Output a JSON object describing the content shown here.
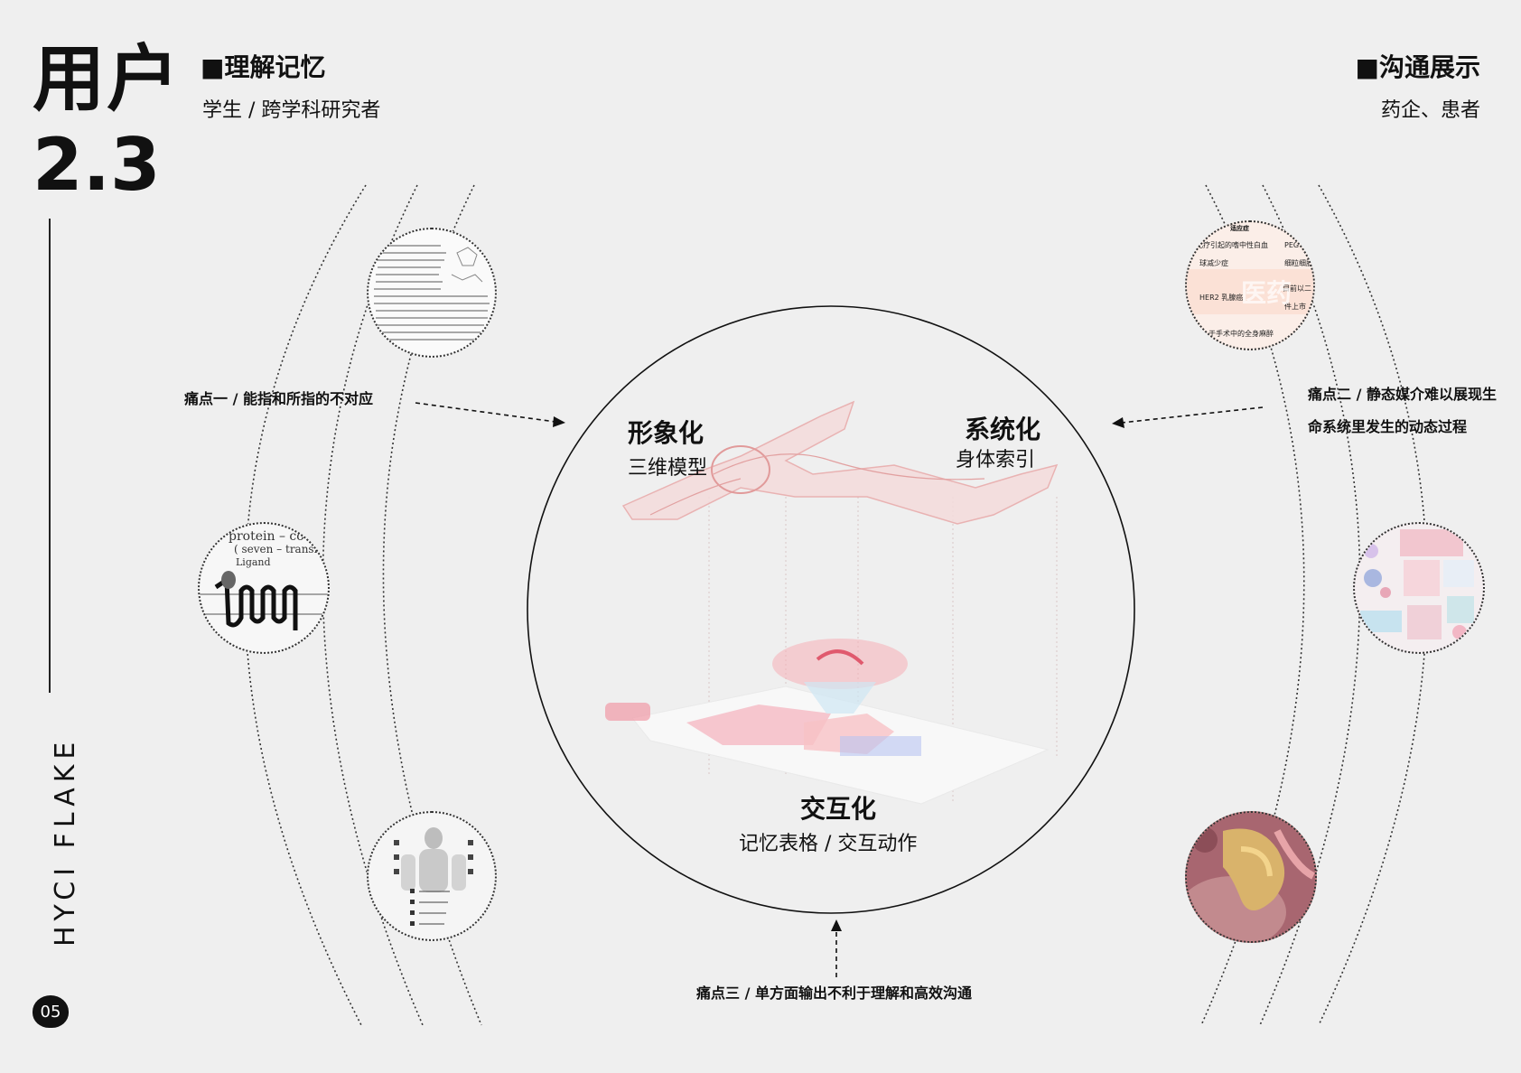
{
  "header": {
    "title": "用户",
    "number": "2.3"
  },
  "brand": {
    "name": "HYCI FLAKE",
    "page": "05"
  },
  "left_section": {
    "title": "■理解记忆",
    "subtitle": "学生 / 跨学科研究者"
  },
  "right_section": {
    "title": "■沟通展示",
    "subtitle": "药企、患者"
  },
  "pain_points": {
    "one": "痛点一 / 能指和所指的不对应",
    "two_line1": "痛点二 / 静态媒介难以展现生",
    "two_line2": "命系统里发生的动态过程",
    "three": "痛点三 / 单方面输出不利于理解和高效沟通"
  },
  "center": {
    "visual": {
      "title": "形象化",
      "subtitle": "三维模型"
    },
    "systematic": {
      "title": "系统化",
      "subtitle": "身体索引"
    },
    "interactive": {
      "title": "交互化",
      "subtitle": "记忆表格 / 交互动作"
    }
  },
  "thumbnails": {
    "protein_text_1": "protein – co",
    "protein_text_2": "( seven – transm",
    "protein_text_3": "Ligand",
    "drug_row_1": "化疗引起的嗜中性白血",
    "drug_row_1b": "PEG G",
    "drug_row_2": "球减少症",
    "drug_row_2b": "细粒细胞",
    "drug_row_3": "HER2 乳腺癌",
    "drug_row_3b": "目前以二",
    "drug_row_4b": "件上市",
    "drug_row_5": "于手术中的全身麻醉",
    "drug_watermark": "医药",
    "drug_top": "适应症"
  }
}
